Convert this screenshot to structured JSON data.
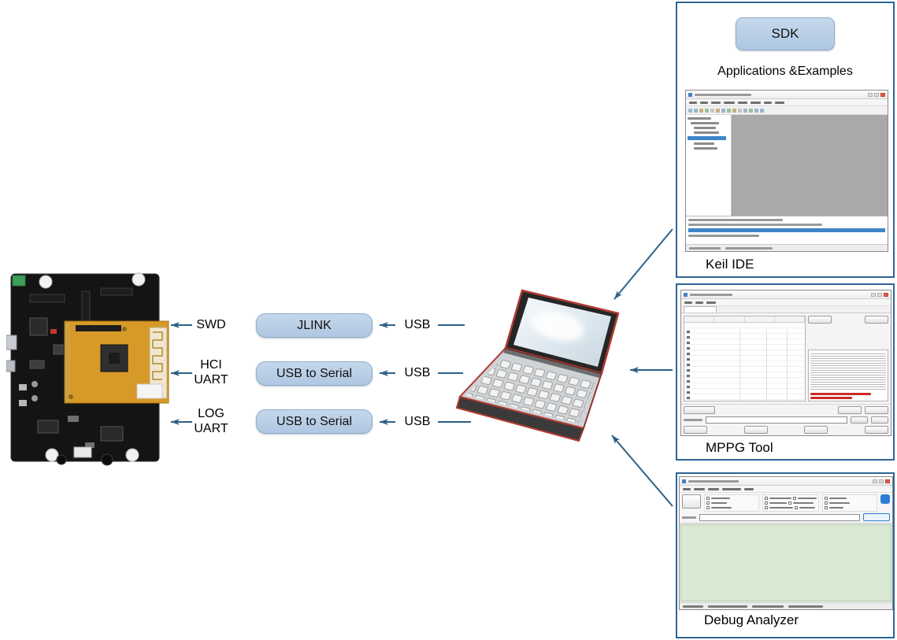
{
  "colors": {
    "arrow": "#2e6187",
    "panel_border": "#2f6496",
    "pill_fill": "#b7cce4",
    "pill_border": "#8fafd0",
    "keil_editor_gray": "#a9a9a9",
    "debug_log_green": "#d9e8d3",
    "selection_blue": "#3d85c8",
    "error_red": "#cc2a2a",
    "laptop_trim_red": "#b03a30",
    "module_orange": "#d79a28"
  },
  "connections": [
    {
      "signal": "SWD",
      "adapter": "JLINK",
      "bus": "USB"
    },
    {
      "signal": "HCI\nUART",
      "adapter": "USB to Serial",
      "bus": "USB"
    },
    {
      "signal": "LOG\nUART",
      "adapter": "USB to Serial",
      "bus": "USB"
    }
  ],
  "sdk_flow": {
    "sdk": "SDK",
    "apps_label": "Applications &Examples"
  },
  "panels": [
    {
      "caption": "Keil IDE"
    },
    {
      "caption": "MPPG Tool"
    },
    {
      "caption": "Debug Analyzer"
    }
  ]
}
